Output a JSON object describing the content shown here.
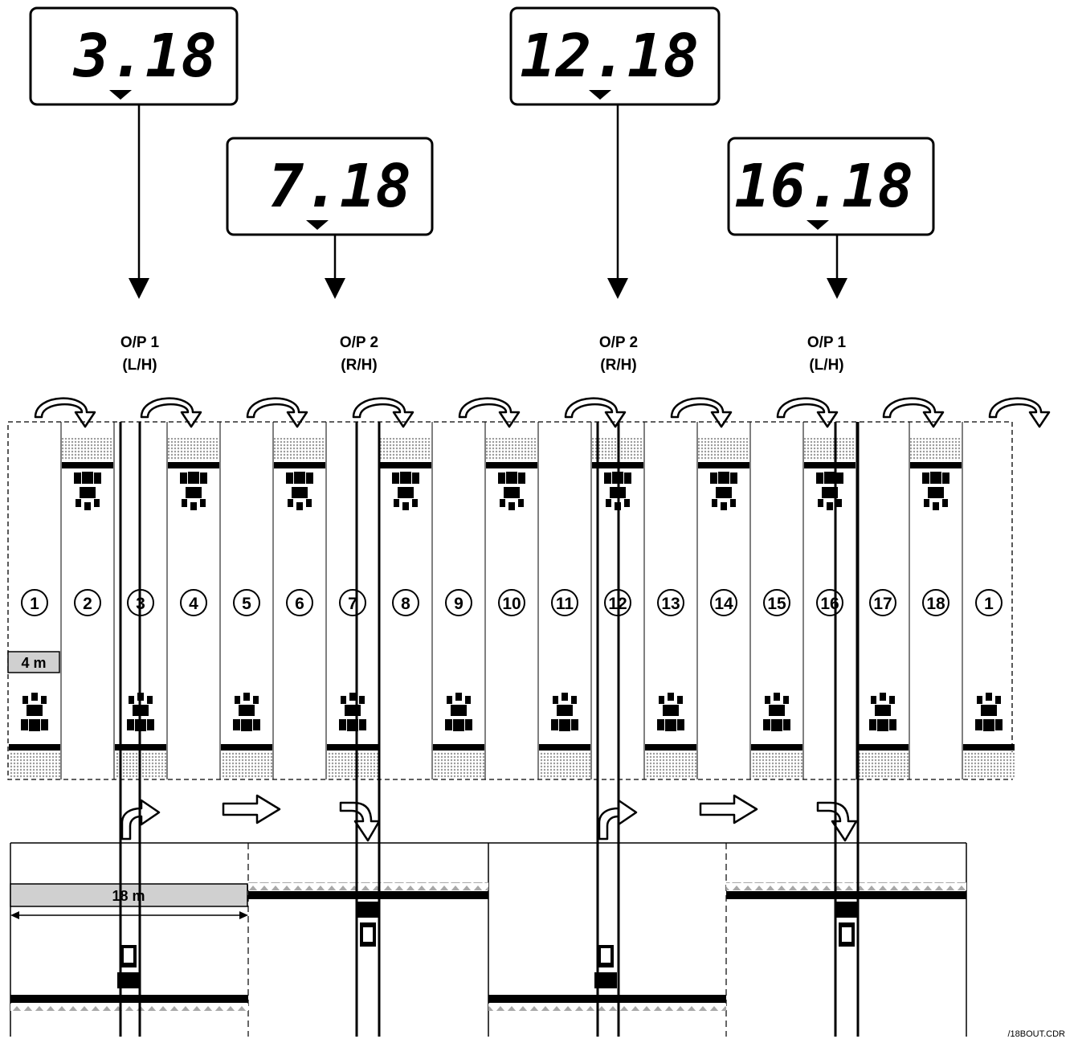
{
  "displays": [
    {
      "value": "3.18"
    },
    {
      "value": "7.18"
    },
    {
      "value": "12.18"
    },
    {
      "value": "16.18"
    }
  ],
  "outputs": [
    {
      "line1": "O/P 1",
      "line2": "(L/H)"
    },
    {
      "line1": "O/P 2",
      "line2": "(R/H)"
    },
    {
      "line1": "O/P 2",
      "line2": "(R/H)"
    },
    {
      "line1": "O/P 1",
      "line2": "(L/H)"
    }
  ],
  "bout_numbers": [
    "1",
    "2",
    "3",
    "4",
    "5",
    "6",
    "7",
    "8",
    "9",
    "10",
    "11",
    "12",
    "13",
    "14",
    "15",
    "16",
    "17",
    "18",
    "1"
  ],
  "bout_width_label": "4 m",
  "boom_width_label": "18 m",
  "figure_ref": "/18BOUT.CDR"
}
